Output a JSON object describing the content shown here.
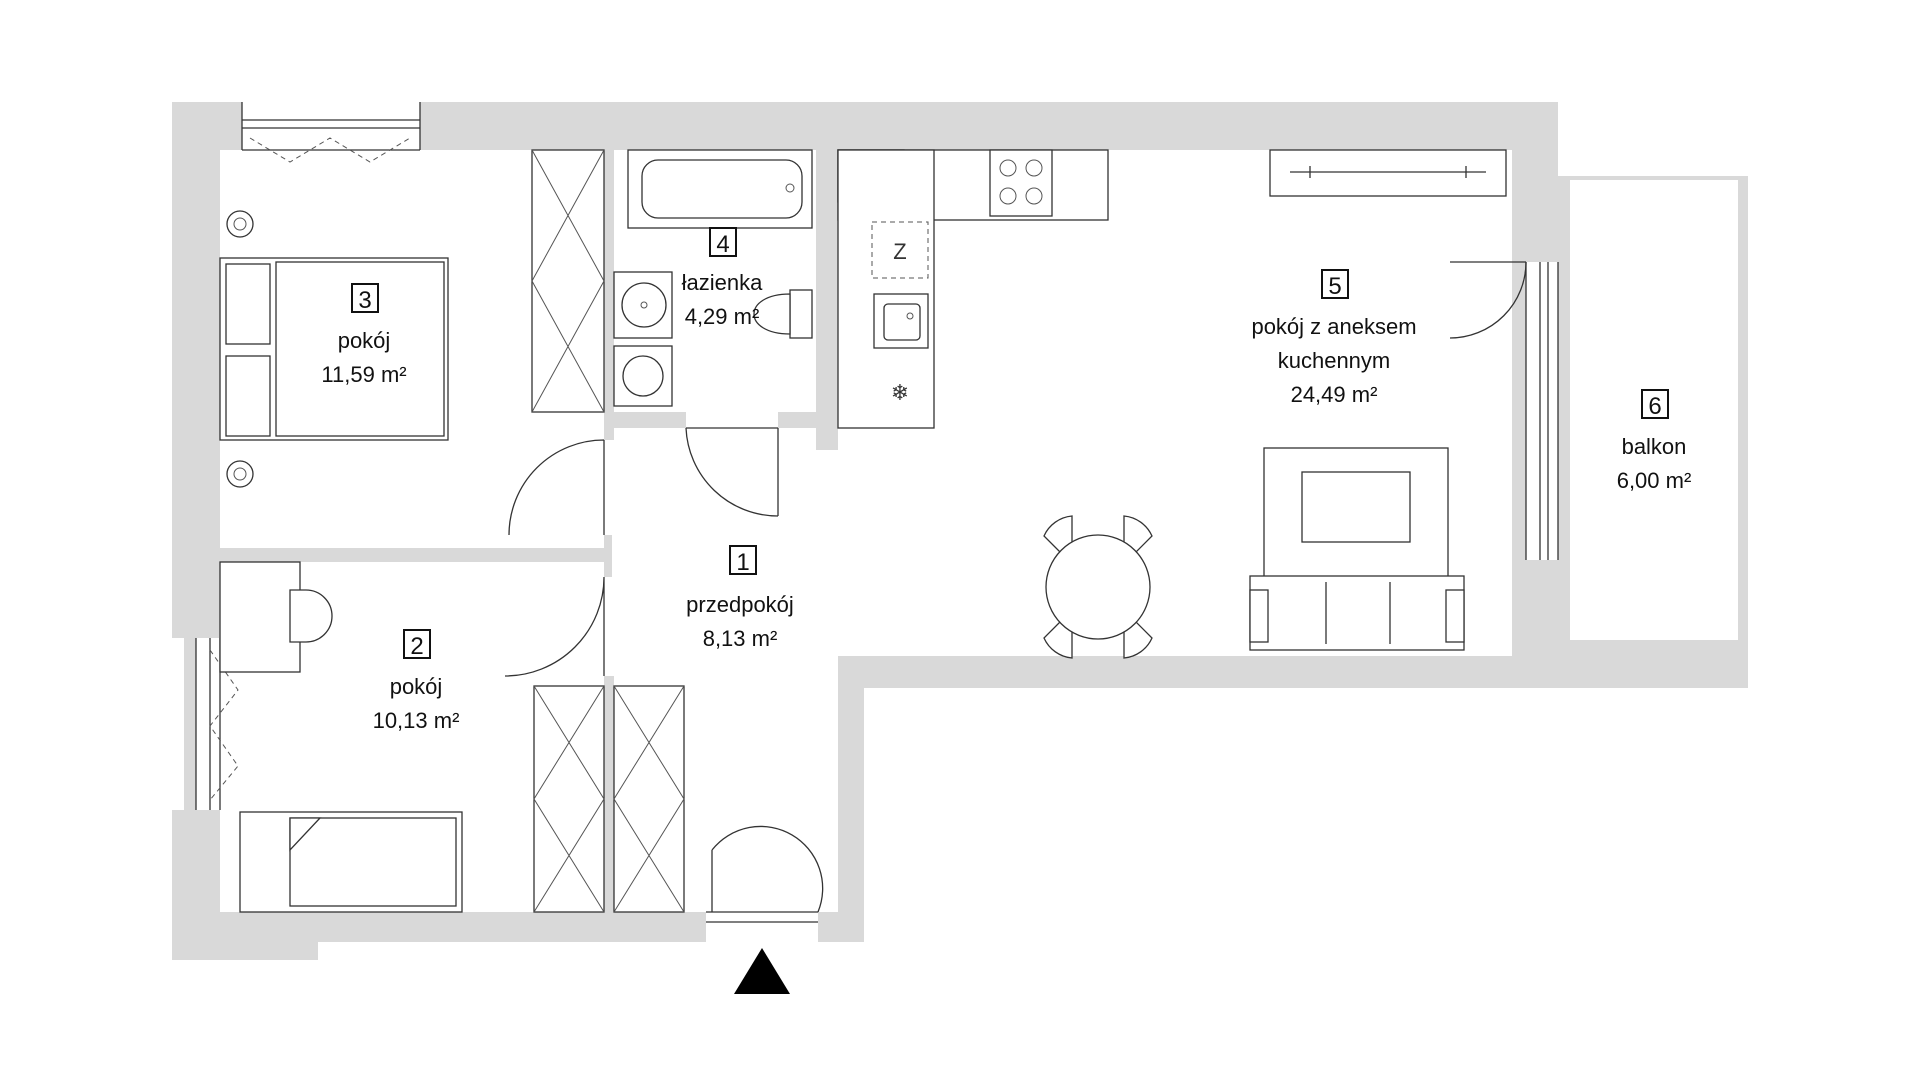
{
  "rooms": [
    {
      "number": "1",
      "name": "przedpokój",
      "area": "8,13 m²"
    },
    {
      "number": "2",
      "name": "pokój",
      "area": "10,13 m²"
    },
    {
      "number": "3",
      "name": "pokój",
      "area": "11,59 m²"
    },
    {
      "number": "4",
      "name": "łazienka",
      "area": "4,29 m²"
    },
    {
      "number": "5",
      "name": "pokój z aneksem",
      "name_line2": "kuchennym",
      "area": "24,49 m²"
    },
    {
      "number": "6",
      "name": "balkon",
      "area": "6,00 m²"
    }
  ],
  "kitchen": {
    "fridge_letter": "Z",
    "freezer_glyph": "❄"
  },
  "colors": {
    "wall": "#d9d9d9",
    "line": "#333333",
    "text": "#111111",
    "entrance": "#000000"
  }
}
